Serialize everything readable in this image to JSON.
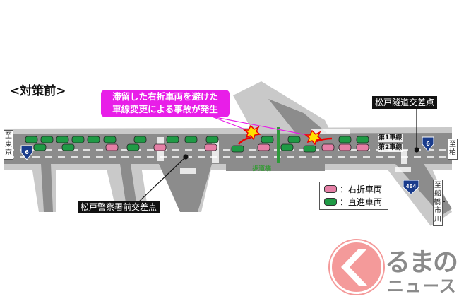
{
  "title": "<対策前>",
  "callout": {
    "line1": "滞留した右折車両を避けた",
    "line2": "車線変更による事故が発生"
  },
  "labels": {
    "tunnel_intersection": "松戸隧道交差点",
    "police_intersection": "松戸警察署前交差点",
    "footbridge": "歩道橋",
    "lane1": "第1車線",
    "lane2": "第2車線"
  },
  "directions": {
    "tokyo": "至東京",
    "kashiwa": "至柏",
    "funabashi": "至船橋・市川"
  },
  "route_signs": {
    "left": "6",
    "right": "6",
    "branch": "464"
  },
  "legend": {
    "right_turn": "：右折車両",
    "straight": "：直進車両"
  },
  "colors": {
    "right_turn": "#e57fa6",
    "straight": "#1f9a45",
    "callout": "#e81ee8",
    "road": "#8c8c8c",
    "logo": "#f49a9a"
  },
  "logo": {
    "line1": "るまの",
    "line2": "ニュース"
  }
}
